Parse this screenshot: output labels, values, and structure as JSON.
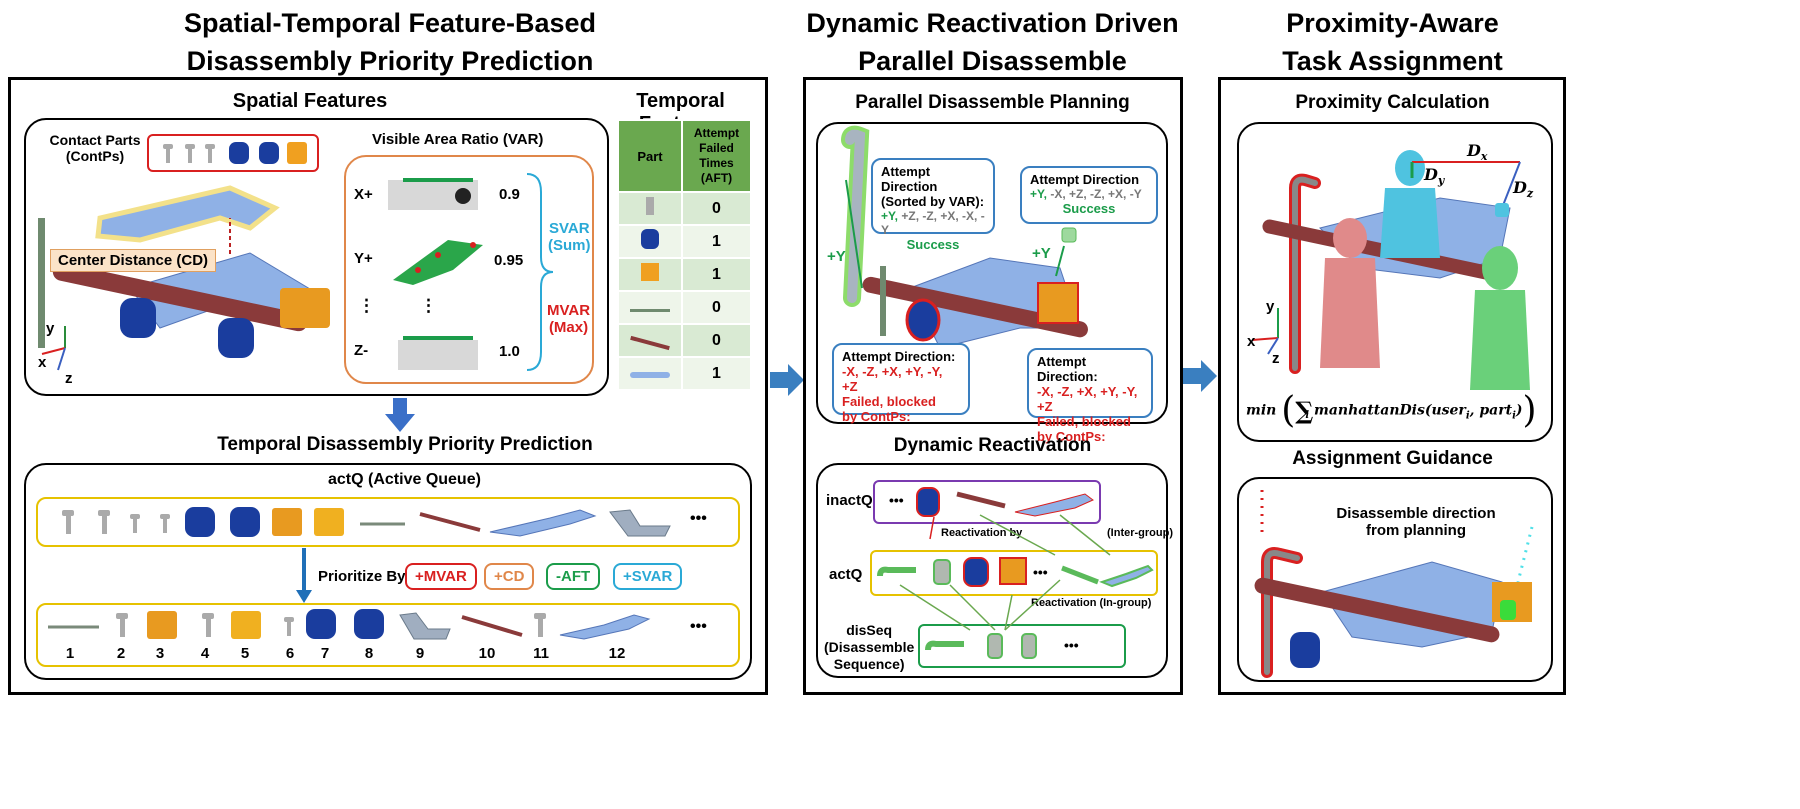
{
  "sections": {
    "s1_title": [
      "Spatial-Temporal Feature-Based",
      "Disassembly Priority Prediction"
    ],
    "s2_title": [
      "Dynamic Reactivation Driven",
      "Parallel Disassemble Planning"
    ],
    "s3_title": [
      "Proximity-Aware",
      "Task Assignment"
    ]
  },
  "spatial": {
    "title": "Spatial Features",
    "contact_parts": [
      "Contact Parts",
      "(ContPs)"
    ],
    "center_distance": "Center Distance (CD)",
    "var_title": "Visible Area Ratio (VAR)",
    "var_rows": [
      {
        "dir": "X+",
        "value": "0.9"
      },
      {
        "dir": "Y+",
        "value": "0.95"
      },
      {
        "dir": "⋮",
        "value": "⋮"
      },
      {
        "dir": "Z-",
        "value": "1.0"
      }
    ],
    "svar": [
      "SVAR",
      "(Sum)"
    ],
    "mvar": [
      "MVAR",
      "(Max)"
    ],
    "axes": {
      "x": "x",
      "y": "y",
      "z": "z"
    }
  },
  "temporal": {
    "title": "Temporal Features",
    "col_part": "Part",
    "col_aft": [
      "Attempt",
      "Failed",
      "Times",
      "(AFT)"
    ],
    "rows": [
      "0",
      "1",
      "1",
      "0",
      "0",
      "1"
    ]
  },
  "priority": {
    "title": "Temporal Disassembly Priority Prediction",
    "actq": "actQ (Active Queue)",
    "prioritize": "Prioritize By",
    "criteria": [
      "+MVAR",
      "+CD",
      "-AFT",
      "+SVAR"
    ],
    "ellipsis": "•••",
    "order": [
      "1",
      "2",
      "3",
      "4",
      "5",
      "6",
      "7",
      "8",
      "9",
      "10",
      "11",
      "12"
    ]
  },
  "planning": {
    "title": "Parallel Disassemble Planning",
    "box1": {
      "l1": "Attempt Direction",
      "l2": "(Sorted by VAR):",
      "dirs_g": "+Y,",
      "dirs_rest": " +Z, -Z, +X, -X, -Y",
      "result": "Success"
    },
    "box2": {
      "l1": "Attempt Direction",
      "dirs_g": "+Y,",
      "dirs_rest": " -X, +Z, -Z, +X, -Y",
      "result": "Success"
    },
    "box3": {
      "l1": "Attempt Direction:",
      "dirs": "-X, -Z, +X, +Y, -Y, +Z",
      "r1": "Failed, blocked",
      "r2": "by ContPs:"
    },
    "box4": {
      "l1": "Attempt Direction:",
      "dirs": "-X, -Z, +X, +Y, -Y, +Z",
      "r1": "Failed, blocked",
      "r2": "by ContPs:"
    },
    "plus_y": "+Y"
  },
  "reactivation": {
    "title": "Dynamic Reactivation",
    "inactq": "inactQ",
    "actq": "actQ",
    "disseq": [
      "disSeq",
      "(Disassemble",
      "Sequence)"
    ],
    "react_by": "Reactivation by",
    "inter": "(Inter-group)",
    "in_group": "Reactivation (In-group)",
    "ellipsis": "•••"
  },
  "proximity": {
    "title": "Proximity Calculation",
    "dx": "D",
    "dx_sub": "x",
    "dy": "D",
    "dy_sub": "y",
    "dz": "D",
    "dz_sub": "z",
    "formula_min": "min",
    "formula_body": "manhattanDis(user",
    "formula_i": "i",
    "formula_part": ", part",
    "axes": {
      "x": "x",
      "y": "y",
      "z": "z"
    }
  },
  "guidance": {
    "title": "Assignment Guidance",
    "caption": [
      "Disassemble direction",
      "from planning"
    ]
  },
  "colors": {
    "green_header": "#6aa84f",
    "green_cell": "#d9ead3",
    "accent_red": "#d92020",
    "accent_green": "#1b9c4a",
    "accent_blue": "#2aa9d6",
    "arrow_blue": "#3a7fc0",
    "queue_yellow": "#e6c200"
  }
}
